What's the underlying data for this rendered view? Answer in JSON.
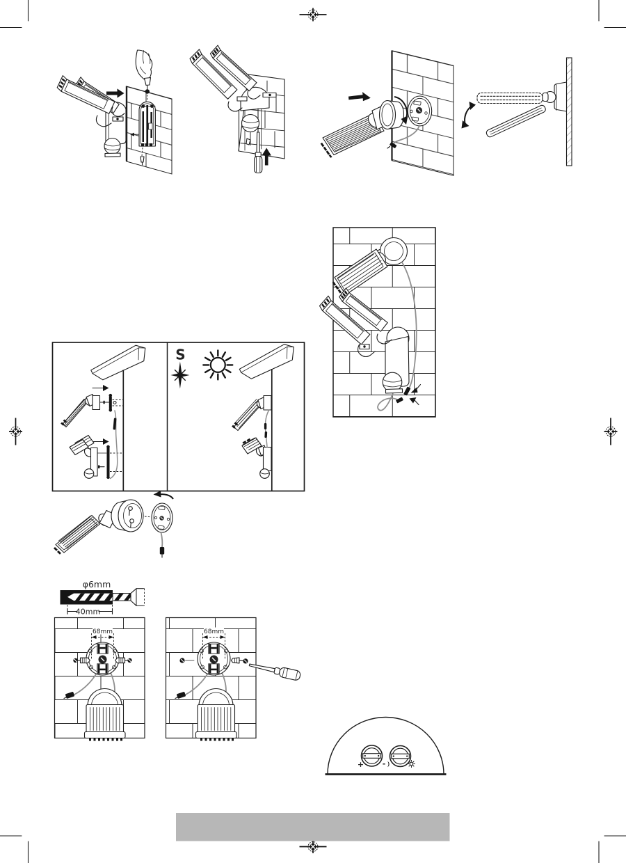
{
  "page": {
    "kind": "instruction-manual-page",
    "background": "#ffffff",
    "ink": "#1c1c1c",
    "cable_color": "#8f8f8f",
    "footer_bar_color": "#b7b7b7"
  },
  "labels": {
    "compass_south": "S",
    "drill_diameter": "φ6mm",
    "drill_depth": "40mm",
    "hole_spacing_left": "68mm",
    "hole_spacing_right": "68mm",
    "dial_plus": "+",
    "dial_minus": "-"
  },
  "icons": [
    "registration-mark",
    "crop-mark",
    "hand-with-screw",
    "arrow-right",
    "arrow-up",
    "rotate-arrow",
    "tilt-arrow",
    "compass-star",
    "sun",
    "crescent-moon",
    "screwdriver",
    "drill-bit",
    "wall-plug-screw"
  ],
  "figures": [
    {
      "id": "fig-1",
      "name": "hang-light-on-wall-bracket"
    },
    {
      "id": "fig-2",
      "name": "secure-light-with-screwdriver"
    },
    {
      "id": "fig-3",
      "name": "attach-solar-panel-to-wall-plate"
    },
    {
      "id": "fig-4",
      "name": "tilt-solar-panel"
    },
    {
      "id": "fig-5",
      "name": "connect-cable-on-wall"
    },
    {
      "id": "fig-6",
      "name": "mounting-positions-south-sun"
    },
    {
      "id": "fig-7",
      "name": "twist-lock-wall-plate"
    },
    {
      "id": "fig-8",
      "name": "drill-hole-size"
    },
    {
      "id": "fig-9",
      "name": "mounting-plate-hole-spacing"
    },
    {
      "id": "fig-10",
      "name": "screw-mounting-plate"
    },
    {
      "id": "fig-11",
      "name": "adjustment-dials"
    }
  ]
}
